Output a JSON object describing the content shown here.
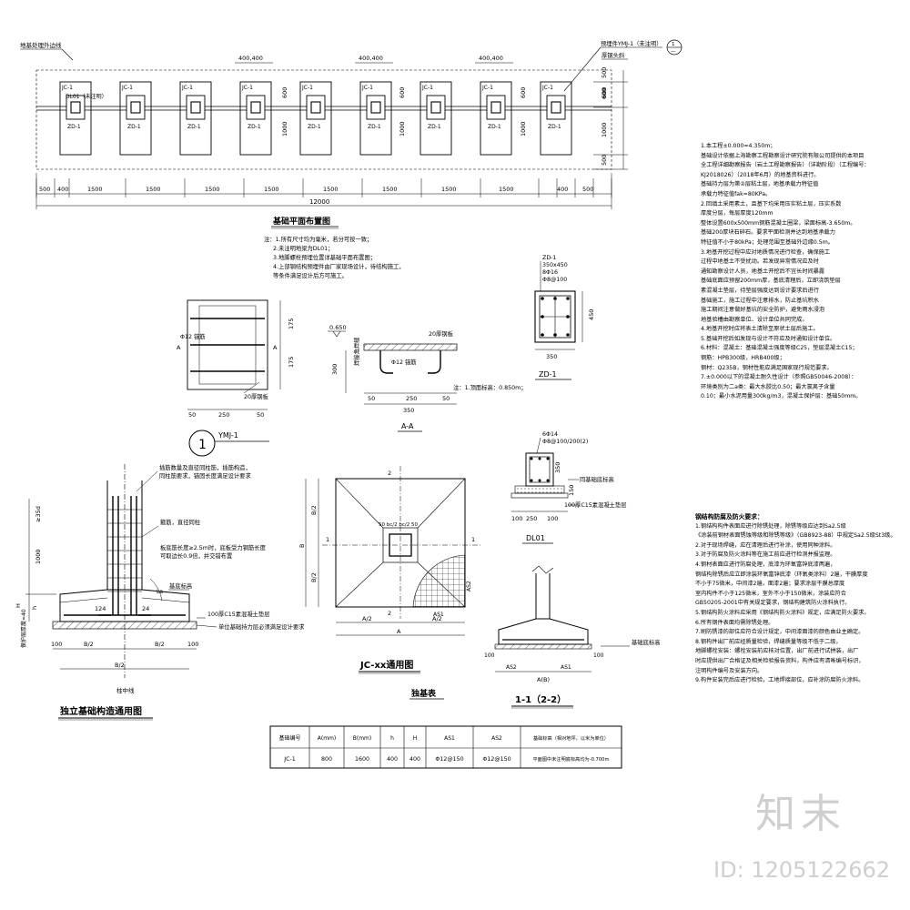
{
  "plan": {
    "callout_left": "地基处理外边线",
    "callout_right_1": "预埋件YMJ-1（未注明）",
    "callout_right_2": "厚钢头斜",
    "jc_label": "JC-1",
    "zd_label": "ZD-1",
    "dl_label": "DL01（未注明）",
    "top_dim": "400,400",
    "right_dims": [
      "600",
      "1000",
      "500"
    ],
    "right_dims_top": [
      "500",
      "600"
    ],
    "inner_dims": [
      "600",
      "1000"
    ],
    "bottom_dims": [
      "500",
      "400",
      "1500",
      "1500",
      "1500",
      "1500",
      "1500",
      "1500",
      "1500",
      "1500",
      "400",
      "500"
    ],
    "total_dim": "12000",
    "title": "基础平面布置图",
    "notes": [
      "注：1.所有尺寸均为毫米，若分可按一致；",
      "2.未注明地梁为DL01；",
      "3.地脚螺栓预埋位置详基础平面布置图；",
      "4.上部钢结构预埋件由厂家现场设计，待结构施工，",
      "等条件满足设计后方可施工。"
    ]
  },
  "ymj": {
    "title": "YMJ-1",
    "num": "1",
    "dims_h": [
      "50",
      "250",
      "50"
    ],
    "dims_v": [
      "175",
      "175"
    ],
    "bolt": "Φ12 锚筋",
    "plate": "20厚钢板",
    "cut": "A"
  },
  "aa": {
    "title": "A-A",
    "elev": "0.650",
    "plate": "20厚钢板",
    "weld": "焊接角焊缝",
    "bar": "Φ12 锚筋",
    "dims": [
      "50",
      "250",
      "50"
    ],
    "total": "350",
    "depth": "300",
    "note": "注：1.顶面标高：0.850m；"
  },
  "zd": {
    "title": "ZD-1",
    "info": [
      "ZD-1",
      "350x450",
      "8Φ16",
      "Φ8@100"
    ],
    "w": "350",
    "h": "450"
  },
  "dl": {
    "title": "DL01",
    "info": [
      "6Φ14",
      "Φ8@100/200(2)"
    ],
    "dims_bottom": [
      "100",
      "250",
      "100"
    ],
    "h": "350",
    "h2": "150",
    "note": "同基础底标高",
    "base": "100厚C15素混凝土垫层"
  },
  "gen": {
    "title": "独立基础构造通用图",
    "center": "柱中线",
    "notes": [
      "插筋数量及直径同柱筋，插筋构造，",
      "同柱筋要求，锚固长度满足设计要求",
      "箍筋，直径同柱",
      "板底筋长度≥2.5m时，底板受力钢筋长度",
      "可取边长0.9倍，并交错布置",
      "基底标高",
      "100厚C15素混凝土垫层",
      "单位基础持力层必须满足设计要求"
    ],
    "dims": [
      "≥35d",
      "1000",
      "H",
      "h",
      "124",
      "24"
    ],
    "bot": [
      "100",
      "B/2",
      "B/2",
      "100"
    ],
    "bot2": "B/2",
    "side": "保护层厚度=40"
  },
  "jc": {
    "title": "JC-xx通用图",
    "labels": [
      "B/2",
      "B/2",
      "A/2",
      "A/2",
      "A",
      "B",
      "AS1",
      "AS2",
      "1",
      "2"
    ],
    "col": "50 bc/2 bc/2 50"
  },
  "sec": {
    "title": "1-1（2-2）",
    "labels": [
      "AS2",
      "AS1",
      "A(B)",
      "100",
      "100"
    ],
    "note": "基础底标高"
  },
  "table": {
    "title": "独基表",
    "headers": [
      "基础编号",
      "A(mm)",
      "B(mm)",
      "h",
      "H",
      "AS1",
      "AS2",
      "基础标高（相对地坪，以米为单位）"
    ],
    "rows": [
      [
        "JC-1",
        "800",
        "1600",
        "400",
        "400",
        "Φ12@150",
        "Φ12@150",
        "平面图中未注明底标高均为-0.700m"
      ]
    ]
  },
  "notes_main": [
    "1.本工程±0.000=4.350m；",
    "基础设计依据上海勘察工程勘察设计研究院有限公司提供的本项目",
    "全工程详细勘察报告（岩土工程勘察报告）（详勘阶段）（工程编号：",
    "KJ2018026）（2018年6月）的地基资料进行。",
    "基础持力层为第②层粘土层，地基承载力特征值",
    "承载力特征值fak=80KPa。",
    "2.回填土采用素土，且基下均采用压实粘土层，压实系数",
    "厚度分层，每层厚度120mm",
    "整体设置600x500mm钢筋混凝土圈梁，梁面标高-3.650m。",
    "基础200厚块石碎石。要求平面检测并达到地基承载力",
    "特征值不小于80kPa；处理范围至基础外边缘0.5m。",
    "3.地基开挖过程中应对地质情况进行检查，确保施工",
    "过程中地基土不受扰动。若发现异常情况应及时",
    "通知勘察设计人员，地基土开挖后不宜长时间暴露",
    "基础底面应预留200mm厚，基底清理后，立即浇筑垫层",
    "素混凝土垫层，待垫层强度达到设计要求后进行",
    "基础施工，施工过程中注意排水，防止基坑积水",
    "施工期间注意做好基坑的安全防护，避免雨水浸泡",
    "地基验槽由勘察单位、设计单位共同完成。",
    "4.地基开挖时应将表土清除至原状土层后施工。",
    "5.基础开挖后如发现与设计不符应及时通知设计单位。",
    "6.材料：混凝土：基础混凝土强度等级C25，垫层混凝土C15；",
    "钢筋：HPB300级，HRB400级；",
    "钢材：Q235B，钢材性能应满足国家现行规范要求。",
    "7.±0.000以下的混凝土耐久性设计（参照GB50046-2008）：",
    "环境类别为二a类：最大水胶比0.50；最大氯离子含量",
    "0.10；最小水泥用量300kg/m3，混凝土保护层：基础50mm。"
  ],
  "notes_steel_title": "钢结构防腐及防火要求：",
  "notes_steel": [
    "1.钢结构构件表面应进行除锈处理，除锈等级应达到Sa2.5级",
    "《涂装前钢材表面锈蚀等级和除锈等级》（GB8923-88）中规定Sa2.5级St3级。",
    "2.对于现场焊缝，应在清理后进行补涂，使用同种涂料。",
    "3.对于防腐及防火涂料等在施工前应进行检测并报监理。",
    "4.钢材表面应进行防腐处理，底漆为环氧富锌底漆两遍，",
    "钢结构除锈后应立即涂装环氧富锌底漆（环氧类涂料）2遍，干膜厚度",
    "不小于75微米，中间漆2遍，面漆2遍；要求涂层干膜总厚度",
    "室内构件不小于125微米，室外不小于150微米，涂装应符合",
    "GB50205-2001中有关规定要求，钢结构建筑防火涂料执行。",
    "5.钢结构防火涂料应采用《钢结构防火涂料》规定，应满足防火要求。",
    "6.所有钢件表面均需除锈处理。",
    "7.刷防锈漆的部位应符合设计规定，中间漆面漆的颜色由业主确定。",
    "8.钢构件出厂前应经质量检验，焊缝质量等级不低于二级，",
    "地脚螺栓安装：螺栓安装前应核对位置，出厂前进行试拼装，出厂",
    "时应提供出厂合格证及相关检验报告资料，构件应有清晰编号标识，",
    "注明构件编号及安装方向。",
    "9.构件安装完后应进行检验，工地焊接部位，应补涂防腐防火涂料。"
  ],
  "watermark": {
    "brand": "知末",
    "id": "ID: 1205122662"
  }
}
